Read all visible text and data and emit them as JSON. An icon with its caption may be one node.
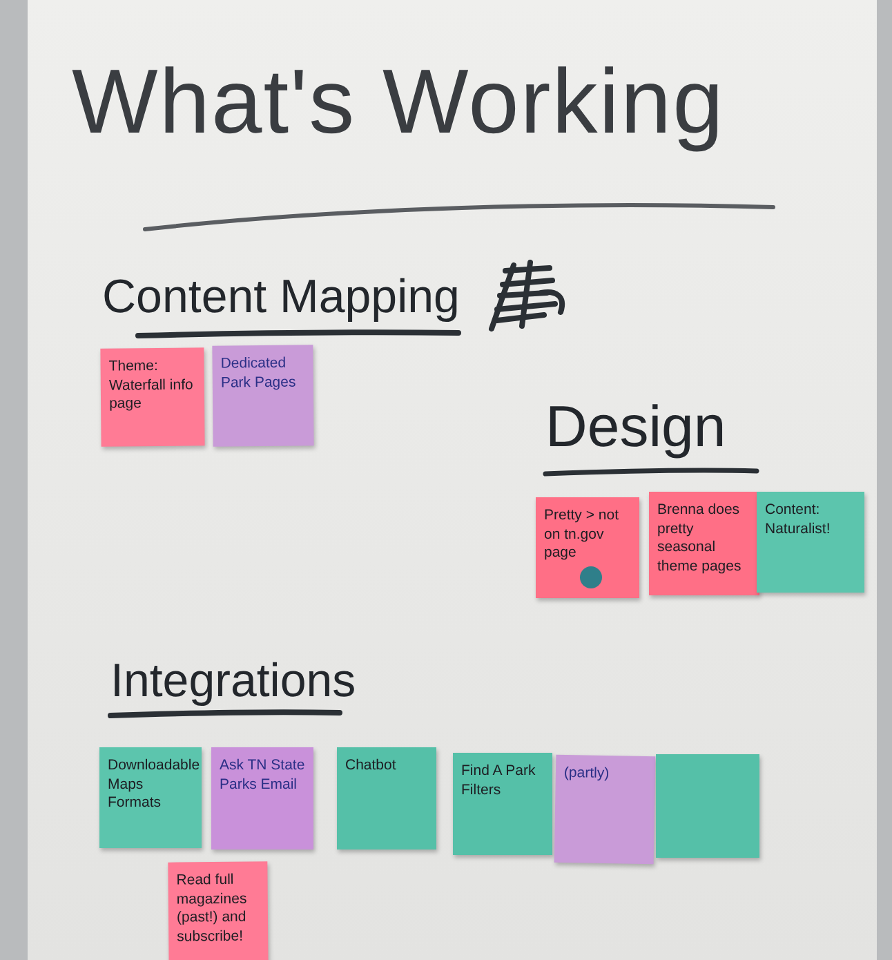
{
  "diagram": {
    "title": "What's Working",
    "nodes": [
      {
        "text": [
          "Theme: Waterfall info page"
        ]
      },
      {
        "text": [
          "Dedicated Park Pages"
        ]
      },
      {
        "text": [
          "Pretty > not on tn.gov page"
        ]
      },
      {
        "text": [
          "Brenna does pretty seasonal theme pages"
        ]
      },
      {
        "text": [
          "Content: Naturalist!"
        ]
      },
      {
        "text": [
          "Downloadable Maps Formats"
        ]
      },
      {
        "text": [
          "Ask TN State Parks Email"
        ]
      },
      {
        "text": [
          "Chatbot"
        ]
      },
      {
        "text": [
          "Find A Park Filters"
        ]
      },
      {
        "text": [
          "(partly)"
        ]
      },
      {
        "text": [],
        "shape": "box"
      },
      {
        "text": [
          "Read full magazines (past!) and subscribe!"
        ]
      }
    ],
    "labels": [
      "Content Mapping",
      "Design",
      "Integrations"
    ]
  }
}
